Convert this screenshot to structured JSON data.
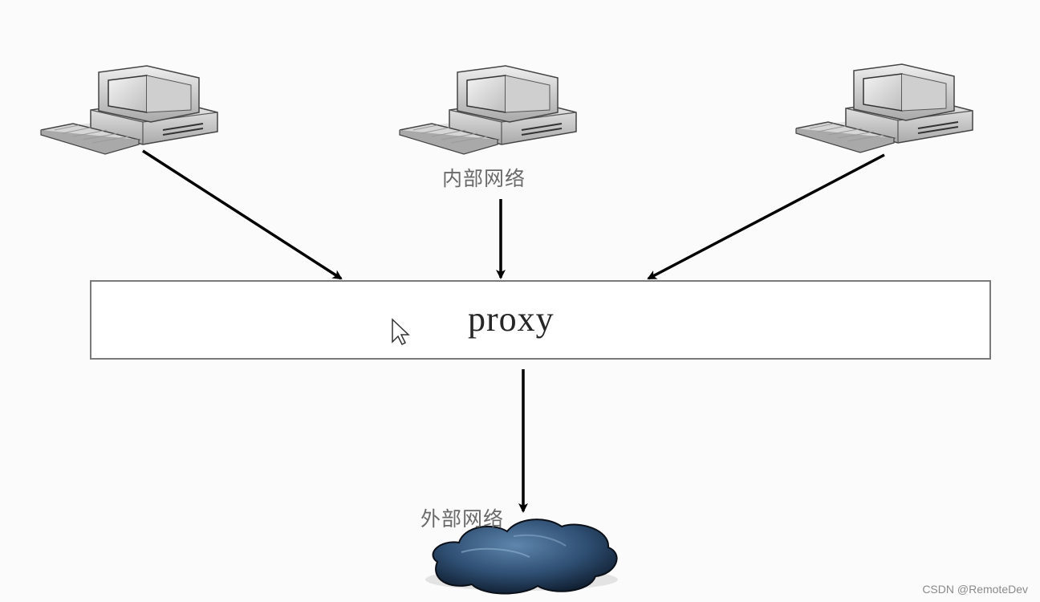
{
  "diagram": {
    "internal_network_label": "内部网络",
    "external_network_label": "外部网络",
    "proxy_label": "proxy",
    "nodes": [
      {
        "id": "computer-left",
        "icon": "desktop-computer-icon"
      },
      {
        "id": "computer-middle",
        "icon": "desktop-computer-icon"
      },
      {
        "id": "computer-right",
        "icon": "desktop-computer-icon"
      },
      {
        "id": "proxy",
        "icon": "proxy-box"
      },
      {
        "id": "internet",
        "icon": "cloud-icon"
      }
    ],
    "edges": [
      {
        "from": "computer-left",
        "to": "proxy"
      },
      {
        "from": "computer-middle",
        "to": "proxy"
      },
      {
        "from": "computer-right",
        "to": "proxy"
      },
      {
        "from": "proxy",
        "to": "internet"
      }
    ],
    "colors": {
      "line": "#000000",
      "box_border": "#7a7a7a",
      "cloud": "#2b4a6b"
    }
  },
  "watermark": "CSDN @RemoteDev"
}
